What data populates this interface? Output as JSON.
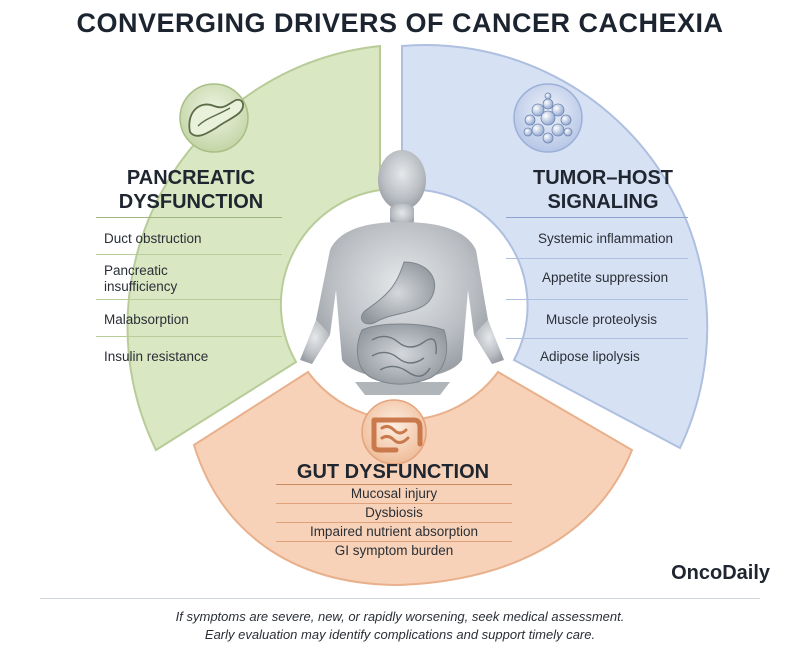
{
  "title": "CONVERGING DRIVERS OF CANCER CACHEXIA",
  "pancreatic": {
    "title_line1": "PANCREATIC",
    "title_line2": "DYSFUNCTION",
    "items": [
      "Duct obstruction",
      "Pancreatic",
      "insufficiency",
      "Malabsorption",
      "Insulin resistance"
    ],
    "icon": "pancreas-icon"
  },
  "tumor_host": {
    "title_line1": "TUMOR–HOST",
    "title_line2": "SIGNALING",
    "items": [
      "Systemic inflammation",
      "Appetite suppression",
      "Muscle proteolysis",
      "Adipose lipolysis"
    ],
    "icon": "tumor-cells-icon"
  },
  "gut": {
    "title": "GUT DYSFUNCTION",
    "items": [
      "Mucosal injury",
      "Dysbiosis",
      "Impaired nutrient absorption",
      "GI symptom burden"
    ],
    "icon": "intestine-icon"
  },
  "center_figure": "human-torso-figure",
  "brand": "OncoDaily",
  "disclaimer": {
    "line1": "If symptoms are severe, new, or rapidly worsening, seek medical assessment.",
    "line2": "Early evaluation may identify complications and support timely care."
  },
  "colors": {
    "green": "#d9e7c3",
    "green_stroke": "#b8cc98",
    "blue": "#d6e1f4",
    "blue_stroke": "#aebfe0",
    "peach": "#f7d2b8",
    "peach_stroke": "#e9b08c",
    "text": "#1f2630"
  }
}
